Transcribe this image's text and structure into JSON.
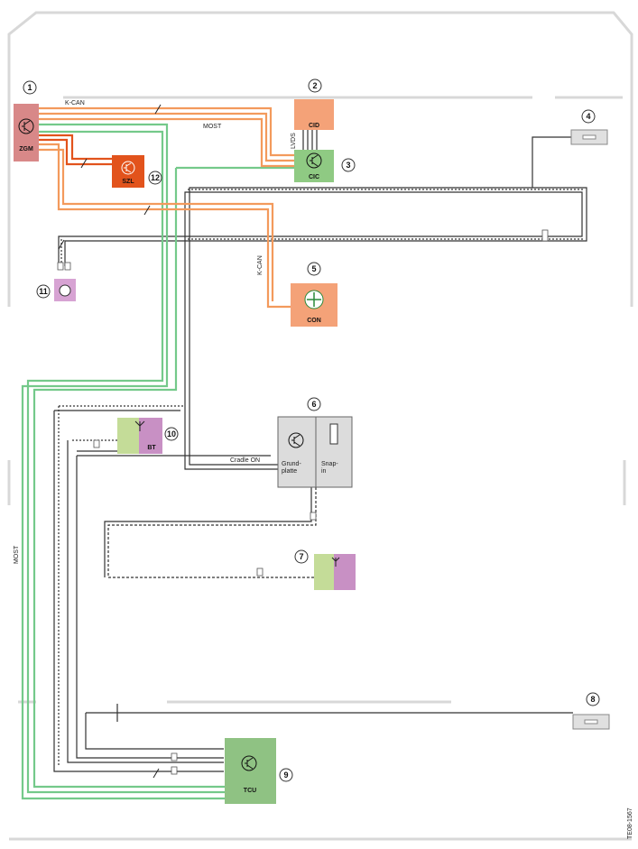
{
  "labels": {
    "kcan_top": "K-CAN",
    "most_top": "MOST",
    "lvds": "LVDS",
    "kcan_con": "K-CAN",
    "most_left": "MOST",
    "cradle_on": "Cradle ON",
    "figure_id": "TE08-1567"
  },
  "components": {
    "zgm": {
      "number": "1",
      "label": "ZGM"
    },
    "cid": {
      "number": "2",
      "label": "CID"
    },
    "cic": {
      "number": "3",
      "label": "CIC"
    },
    "antenna_4": {
      "number": "4"
    },
    "con": {
      "number": "5",
      "label": "CON"
    },
    "cradle": {
      "number": "6",
      "label_base": "Grund-\nplatte",
      "label_snap": "Snap-\nin"
    },
    "antenna_7": {
      "number": "7"
    },
    "antenna_8": {
      "number": "8"
    },
    "tcu": {
      "number": "9",
      "label": "TCU"
    },
    "bt": {
      "number": "10",
      "label": "BT"
    },
    "mic": {
      "number": "11"
    },
    "szl": {
      "number": "12",
      "label": "SZL"
    }
  },
  "colors": {
    "orange": "#f39a5c",
    "dark_orange": "#e2531c",
    "green": "#74c98a",
    "gray": "#555555",
    "zgm_fill": "#d88888",
    "cid_fill": "#f4a278",
    "cic_fill": "#8fca83",
    "tcu_fill": "#8fc283",
    "mic_fill": "#d7a3d3",
    "bt_green": "#c4dc98",
    "bt_purple": "#c890c4",
    "cradle_fill": "#dcdcdc"
  }
}
